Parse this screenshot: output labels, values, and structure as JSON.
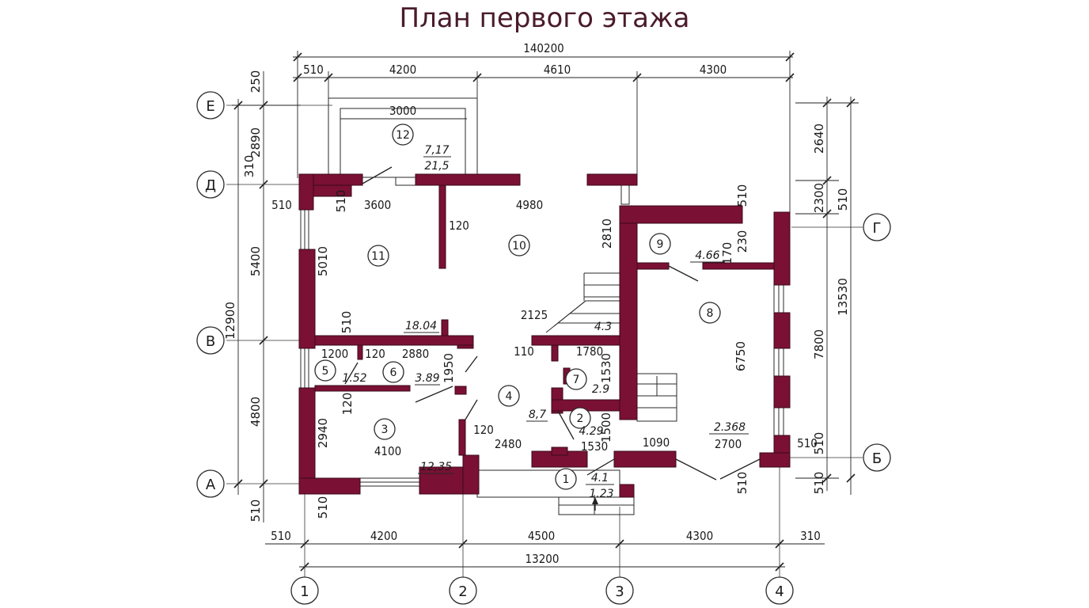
{
  "title": "План первого этажа",
  "axes_letters": [
    "Е",
    "Д",
    "Г",
    "В",
    "Б",
    "А"
  ],
  "axes_numbers": [
    "1",
    "2",
    "3",
    "4"
  ],
  "rooms": [
    {
      "n": "1"
    },
    {
      "n": "2"
    },
    {
      "n": "3"
    },
    {
      "n": "4"
    },
    {
      "n": "5"
    },
    {
      "n": "6"
    },
    {
      "n": "7"
    },
    {
      "n": "8"
    },
    {
      "n": "9"
    },
    {
      "n": "10"
    },
    {
      "n": "11"
    },
    {
      "n": "12"
    }
  ],
  "areas": {
    "r12_top": "7,17",
    "r12_bottom": "21,5",
    "r11": "18.04",
    "r5": "1.52",
    "r6": "3.89",
    "r3": "12,35",
    "r4": "8,7",
    "r2": "4.29",
    "r7": "2.9",
    "r9": "4.66",
    "r10stair": "4.3",
    "r8_top": "2.368",
    "r8_bottom": "2700",
    "r1_top": "4.1",
    "r1_bottom": "1.23"
  },
  "dims": {
    "top_total": "140200",
    "top_510": "510",
    "top_4200": "4200",
    "top_4610": "4610",
    "top_4300": "4300",
    "porch_3000": "3000",
    "bot_510": "510",
    "bot_4200": "4200",
    "bot_4500": "4500",
    "bot_4300": "4300",
    "bot_310": "310",
    "bot_total": "13200",
    "left_250": "250",
    "left_2890": "2890",
    "left_310": "310",
    "left_12900": "12900",
    "left_5400": "5400",
    "left_4800": "4800",
    "left_510": "510",
    "right_2640": "2640",
    "right_2300": "2300",
    "right_510a": "510",
    "right_13530": "13530",
    "right_7800": "7800",
    "right_510b": "510",
    "right_510c": "510",
    "in_510_left": "510",
    "in_510_v": "510",
    "in_3600": "3600",
    "in_4980": "4980",
    "in_120a": "120",
    "in_5010": "5010",
    "in_2810": "2810",
    "in_510_g": "510",
    "in_170": "170",
    "in_230": "230",
    "in_510_mid": "510",
    "in_2125": "2125",
    "in_110": "110",
    "in_1780": "1780",
    "in_1200": "1200",
    "in_120b": "120",
    "in_2880": "2880",
    "in_1950": "1950",
    "in_1530v": "1530",
    "in_6750": "6750",
    "in_120c": "120",
    "in_2940": "2940",
    "in_1500": "1500",
    "in_120d": "120",
    "in_2480": "2480",
    "in_1530": "1530",
    "in_1090": "1090",
    "in_4100": "4100",
    "in_510_b": "510",
    "in_510_b2": "510",
    "in_510_bot": "510",
    "in_510_br": "510"
  }
}
